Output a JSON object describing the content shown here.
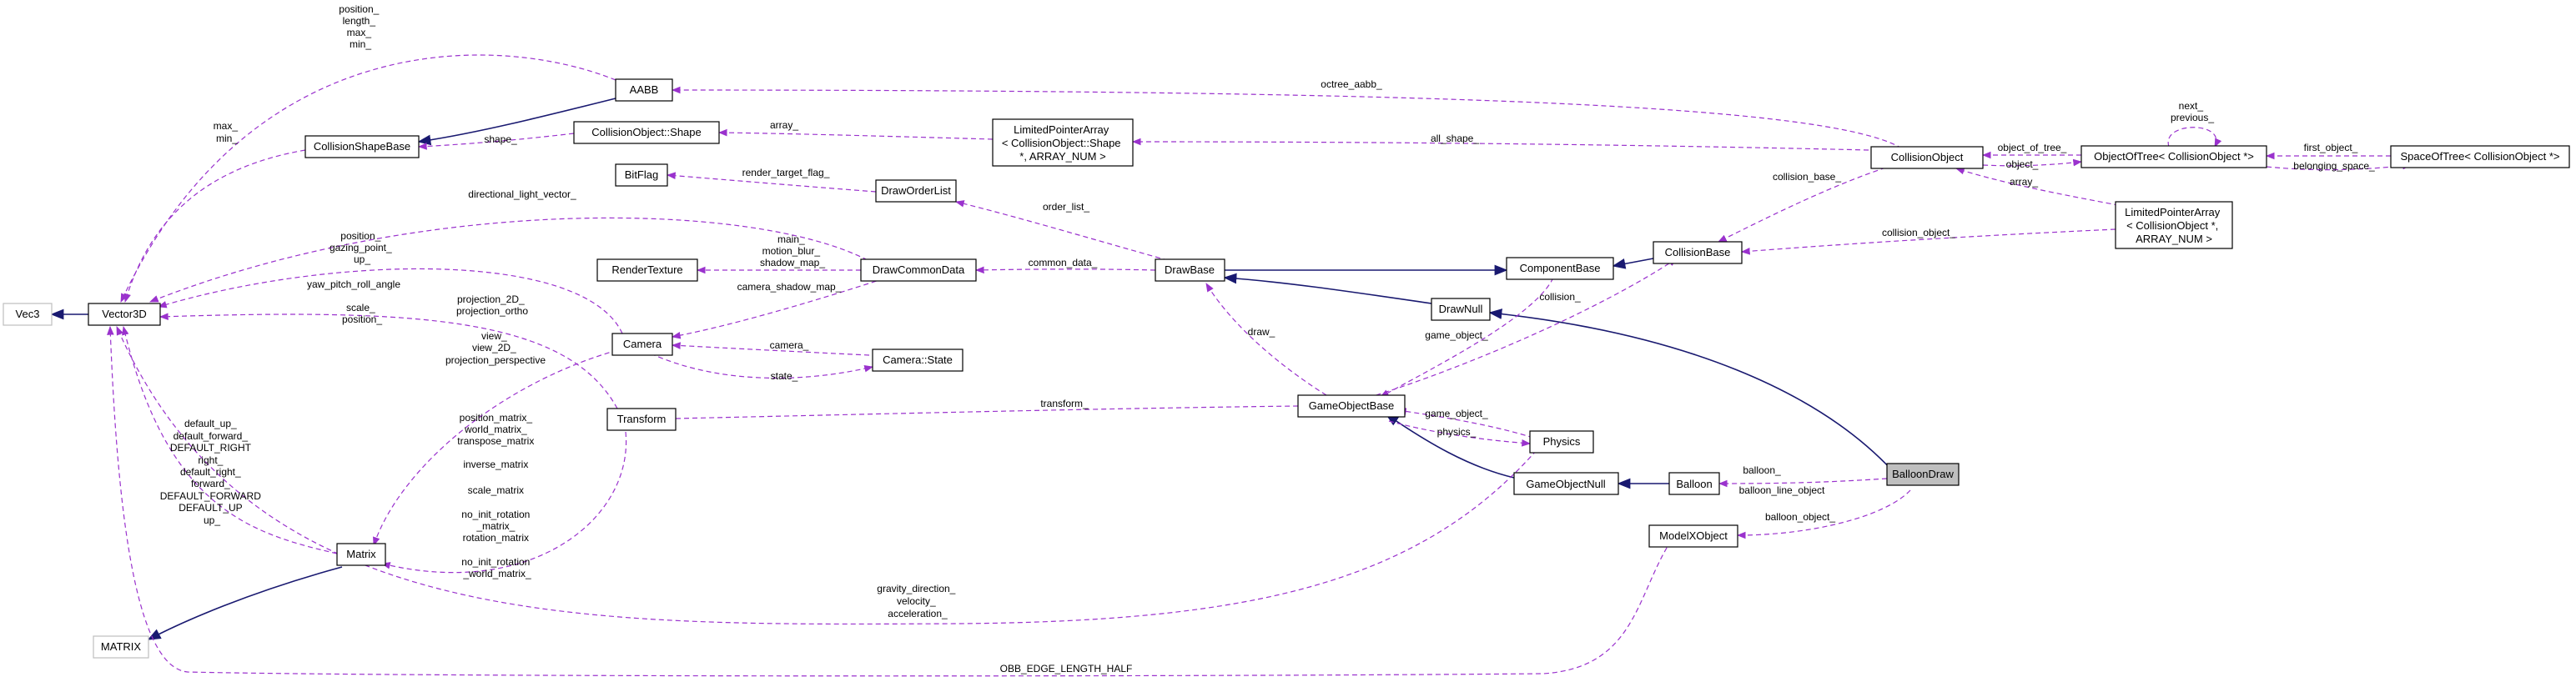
{
  "nodes": {
    "balloondraw": {
      "label": "BalloonDraw"
    },
    "balloon": {
      "label": "Balloon"
    },
    "modelxobject": {
      "label": "ModelXObject"
    },
    "gameobjectnull": {
      "label": "GameObjectNull"
    },
    "physics": {
      "label": "Physics"
    },
    "gameobjectbase": {
      "label": "GameObjectBase"
    },
    "drawnull": {
      "label": "DrawNull"
    },
    "drawbase": {
      "label": "DrawBase"
    },
    "componentbase": {
      "label": "ComponentBase"
    },
    "collisionbase": {
      "label": "CollisionBase"
    },
    "collisionobject": {
      "label": "CollisionObject"
    },
    "objectoftree": {
      "label": "ObjectOfTree< CollisionObject *>"
    },
    "spaceoftree": {
      "label": "SpaceOfTree< CollisionObject *>"
    },
    "lpa_object": {
      "lines": [
        "LimitedPointerArray",
        "< CollisionObject *,",
        "ARRAY_NUM >"
      ]
    },
    "lpa_shape": {
      "lines": [
        "LimitedPointerArray",
        "< CollisionObject::Shape",
        "*, ARRAY_NUM >"
      ]
    },
    "collisionobject_shape": {
      "label": "CollisionObject::Shape"
    },
    "collisionshapebase": {
      "label": "CollisionShapeBase"
    },
    "aabb": {
      "label": "AABB"
    },
    "bitflag": {
      "label": "BitFlag"
    },
    "draworderlist": {
      "label": "DrawOrderList"
    },
    "rendertexture": {
      "label": "RenderTexture"
    },
    "drawcommondata": {
      "label": "DrawCommonData"
    },
    "camera": {
      "label": "Camera"
    },
    "camera_state": {
      "label": "Camera::State"
    },
    "transform": {
      "label": "Transform"
    },
    "matrix": {
      "label": "Matrix"
    },
    "vector3d": {
      "label": "Vector3D"
    },
    "vec3": {
      "label": "Vec3"
    },
    "matrix_ext": {
      "label": "MATRIX"
    }
  },
  "edge_labels": {
    "balloon_": [
      "balloon_"
    ],
    "balloon_line_object": [
      "balloon_line_object"
    ],
    "balloon_object_": [
      "balloon_object_"
    ],
    "game_object_physics": [
      "game_object_"
    ],
    "physics_": [
      "physics_"
    ],
    "game_object_collision": [
      "game_object_"
    ],
    "collision_": [
      "collision_"
    ],
    "draw_": [
      "draw_"
    ],
    "transform_": [
      "transform_"
    ],
    "common_data_": [
      "common_data_"
    ],
    "order_list_": [
      "order_list_"
    ],
    "collision_base_": [
      "collision_base_"
    ],
    "collision_object_": [
      "collision_object_"
    ],
    "object_of_tree_": [
      "object_of_tree_"
    ],
    "object_": [
      "object_"
    ],
    "array_lpa": [
      "array_"
    ],
    "next_previous": [
      "next_",
      "previous_"
    ],
    "first_object_": [
      "first_object_"
    ],
    "belonging_space_": [
      "belonging_space_"
    ],
    "all_shape_": [
      "all_shape_"
    ],
    "octree_aabb_": [
      "octree_aabb_"
    ],
    "array_shape": [
      "array_"
    ],
    "shape_": [
      "shape_"
    ],
    "render_target_flag_": [
      "render_target_flag_"
    ],
    "main_motion_shadow": [
      "main_",
      "motion_blur_",
      "shadow_map_"
    ],
    "camera_shadow_map_": [
      "camera_shadow_map_"
    ],
    "camera_state_": [
      "camera_"
    ],
    "state_": [
      "state_"
    ],
    "directional_light_vector_": [
      "directional_light_vector_"
    ],
    "position_gazing_up": [
      "position_",
      "gazing_point_",
      "up_"
    ],
    "yaw_pitch_roll_angle": [
      "yaw_pitch_roll_angle"
    ],
    "scale_position": [
      "scale_",
      "position_"
    ],
    "projection_2d_ortho": [
      "projection_2D_",
      "projection_ortho"
    ],
    "view_perspective": [
      "view_",
      "view_2D_",
      "projection_perspective"
    ],
    "matrix_members": [
      "position_matrix_",
      "world_matrix_",
      "transpose_matrix",
      "",
      "inverse_matrix",
      "",
      "scale_matrix",
      "",
      "no_init_rotation",
      "_matrix_",
      "rotation_matrix",
      "",
      "no_init_rotation",
      "_world_matrix_"
    ],
    "vector_defaults": [
      "default_up_",
      "default_forward_",
      "DEFAULT_RIGHT",
      "right_",
      "default_right_",
      "forward_",
      "DEFAULT_FORWARD",
      "DEFAULT_UP",
      "up_"
    ],
    "max_min": [
      "max_",
      "min_"
    ],
    "position_length": [
      "position_",
      "length_",
      "max_",
      "min_"
    ],
    "gravity_velocity": [
      "gravity_direction_",
      "velocity_",
      "acceleration_"
    ],
    "obb_edge": [
      "OBB_EDGE_LENGTH_HALF"
    ]
  }
}
